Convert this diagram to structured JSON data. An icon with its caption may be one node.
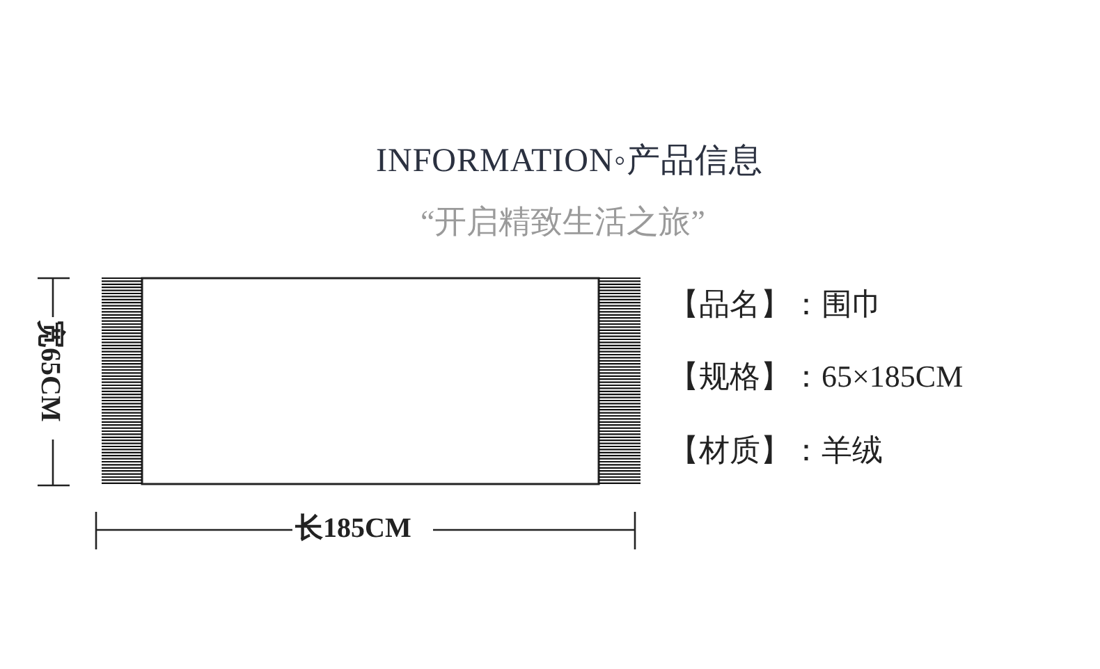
{
  "diagram": {
    "title": "INFORMATION◦产品信息",
    "labels": [
      "“开启精致生活之旅”",
      "宽65CM",
      "【品名】：围巾",
      "【规格】：65×185CM",
      "【材质】：羊绒",
      "长185CM"
    ]
  }
}
